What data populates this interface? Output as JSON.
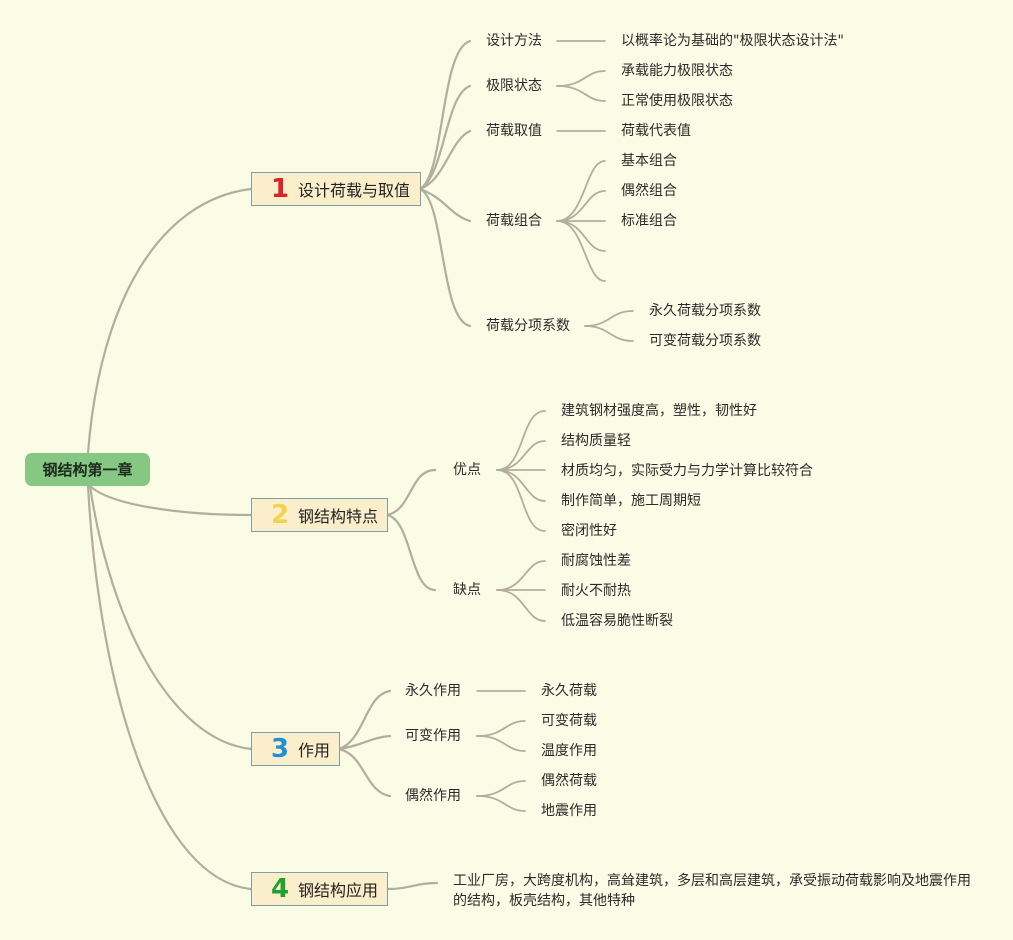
{
  "root": {
    "label": "钢结构第一章"
  },
  "branches": [
    {
      "num": "1",
      "label": "设计荷载与取值",
      "children": [
        {
          "label": "设计方法",
          "leaves": [
            "以概率论为基础的\"极限状态设计法\""
          ]
        },
        {
          "label": "极限状态",
          "leaves": [
            "承载能力极限状态",
            "正常使用极限状态"
          ]
        },
        {
          "label": "荷载取值",
          "leaves": [
            "荷载代表值"
          ]
        },
        {
          "label": "荷载组合",
          "leaves": [
            "基本组合",
            "偶然组合",
            "标准组合",
            "",
            ""
          ]
        },
        {
          "label": "荷载分项系数",
          "leaves": [
            "永久荷载分项系数",
            "可变荷载分项系数"
          ]
        }
      ]
    },
    {
      "num": "2",
      "label": "钢结构特点",
      "children": [
        {
          "label": "优点",
          "leaves": [
            "建筑钢材强度高，塑性，韧性好",
            "结构质量轻",
            "材质均匀，实际受力与力学计算比较符合",
            "制作简单，施工周期短",
            "密闭性好"
          ]
        },
        {
          "label": "缺点",
          "leaves": [
            "耐腐蚀性差",
            "耐火不耐热",
            "低温容易脆性断裂"
          ]
        }
      ]
    },
    {
      "num": "3",
      "label": "作用",
      "children": [
        {
          "label": "永久作用",
          "leaves": [
            "永久荷载"
          ]
        },
        {
          "label": "可变作用",
          "leaves": [
            "可变荷载",
            "温度作用"
          ]
        },
        {
          "label": "偶然作用",
          "leaves": [
            "偶然荷载",
            "地震作用"
          ]
        }
      ]
    },
    {
      "num": "4",
      "label": "钢结构应用",
      "text": "工业厂房，大跨度机构，高耸建筑，多层和高层建筑，承受振动荷载影响及地震作用的结构，板壳结构，其他特种"
    }
  ]
}
